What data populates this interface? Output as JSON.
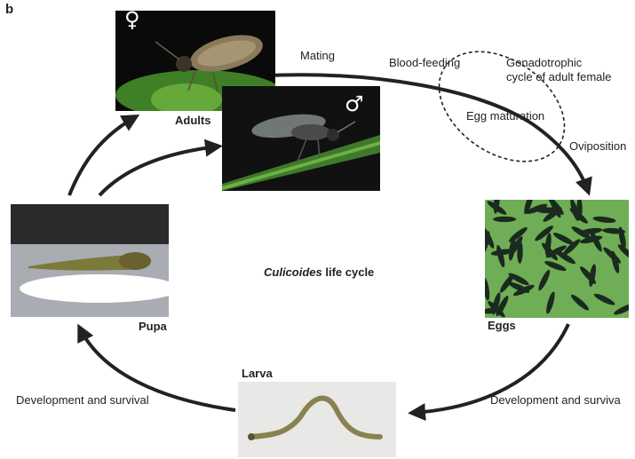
{
  "panel_label": "b",
  "title": {
    "italic": "Culicoides",
    "rest": " life cycle"
  },
  "stages": {
    "adults": "Adults",
    "eggs": "Eggs",
    "larva": "Larva",
    "pupa": "Pupa"
  },
  "symbols": {
    "female": "♀",
    "male": "♂"
  },
  "processes": {
    "mating": "Mating",
    "blood_feeding": "Blood-feeding",
    "gonotrophic": [
      "Gonadotrophic",
      "cycle of adult female"
    ],
    "egg_maturation": "Egg maturation",
    "oviposition": "Oviposition",
    "dev_left": "Development and survival",
    "dev_right": "Development and surviva"
  },
  "colors": {
    "arrow": "#222222",
    "leaf": "#4a8a2a",
    "egg_bg": "#6fae56",
    "egg": "#1b2a1e"
  }
}
